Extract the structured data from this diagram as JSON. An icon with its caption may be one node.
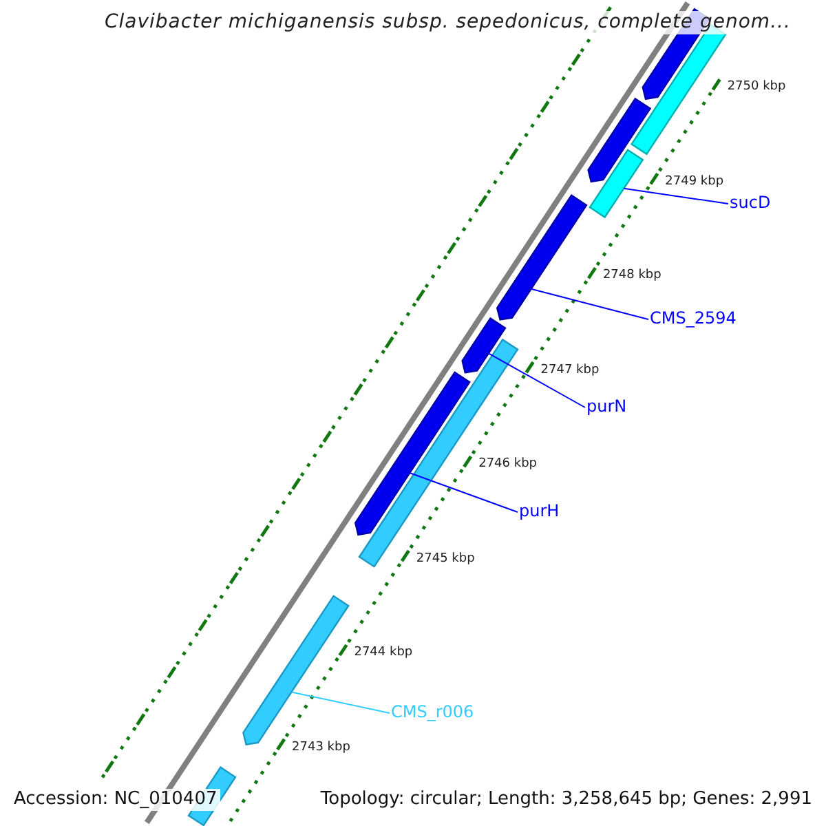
{
  "diagram": {
    "title": "Clavibacter michiganensis subsp. sepedonicus, complete genom...",
    "nodes": [
      {
        "text": [],
        "shape": "bar"
      },
      {
        "text": [],
        "shape": "bar"
      },
      {
        "text": [],
        "shape": "bar"
      },
      {
        "text": [],
        "shape": "bar"
      },
      {
        "text": [],
        "shape": "bar"
      },
      {
        "text": [],
        "shape": "bar"
      },
      {
        "text": [],
        "shape": "bar"
      },
      {
        "text": [],
        "shape": "bar"
      },
      {
        "text": [],
        "shape": "bar"
      },
      {
        "text": [],
        "shape": "bar"
      },
      {
        "text": [
          "sucD"
        ]
      },
      {
        "text": [
          "CMS_2594"
        ]
      },
      {
        "text": [
          "purN"
        ]
      },
      {
        "text": [
          "purH"
        ]
      },
      {
        "text": [
          "CMS_r006"
        ]
      }
    ],
    "edges": [
      {
        "from": 10,
        "to": 3,
        "arrow": "none"
      },
      {
        "from": 11,
        "to": 4,
        "arrow": "none"
      },
      {
        "from": 12,
        "to": 5,
        "arrow": "none"
      },
      {
        "from": 13,
        "to": 7,
        "arrow": "none"
      },
      {
        "from": 14,
        "to": 8,
        "arrow": "none",
        "color": "#33ccff"
      }
    ],
    "labels": [
      "2750 kbp",
      "2749 kbp",
      "2748 kbp",
      "2747 kbp",
      "2746 kbp",
      "2745 kbp",
      "2744 kbp",
      "2743 kbp",
      "Accession: NC_010407",
      "Topology: circular; Length: 3,258,645 bp; Genes: 2,991"
    ]
  }
}
